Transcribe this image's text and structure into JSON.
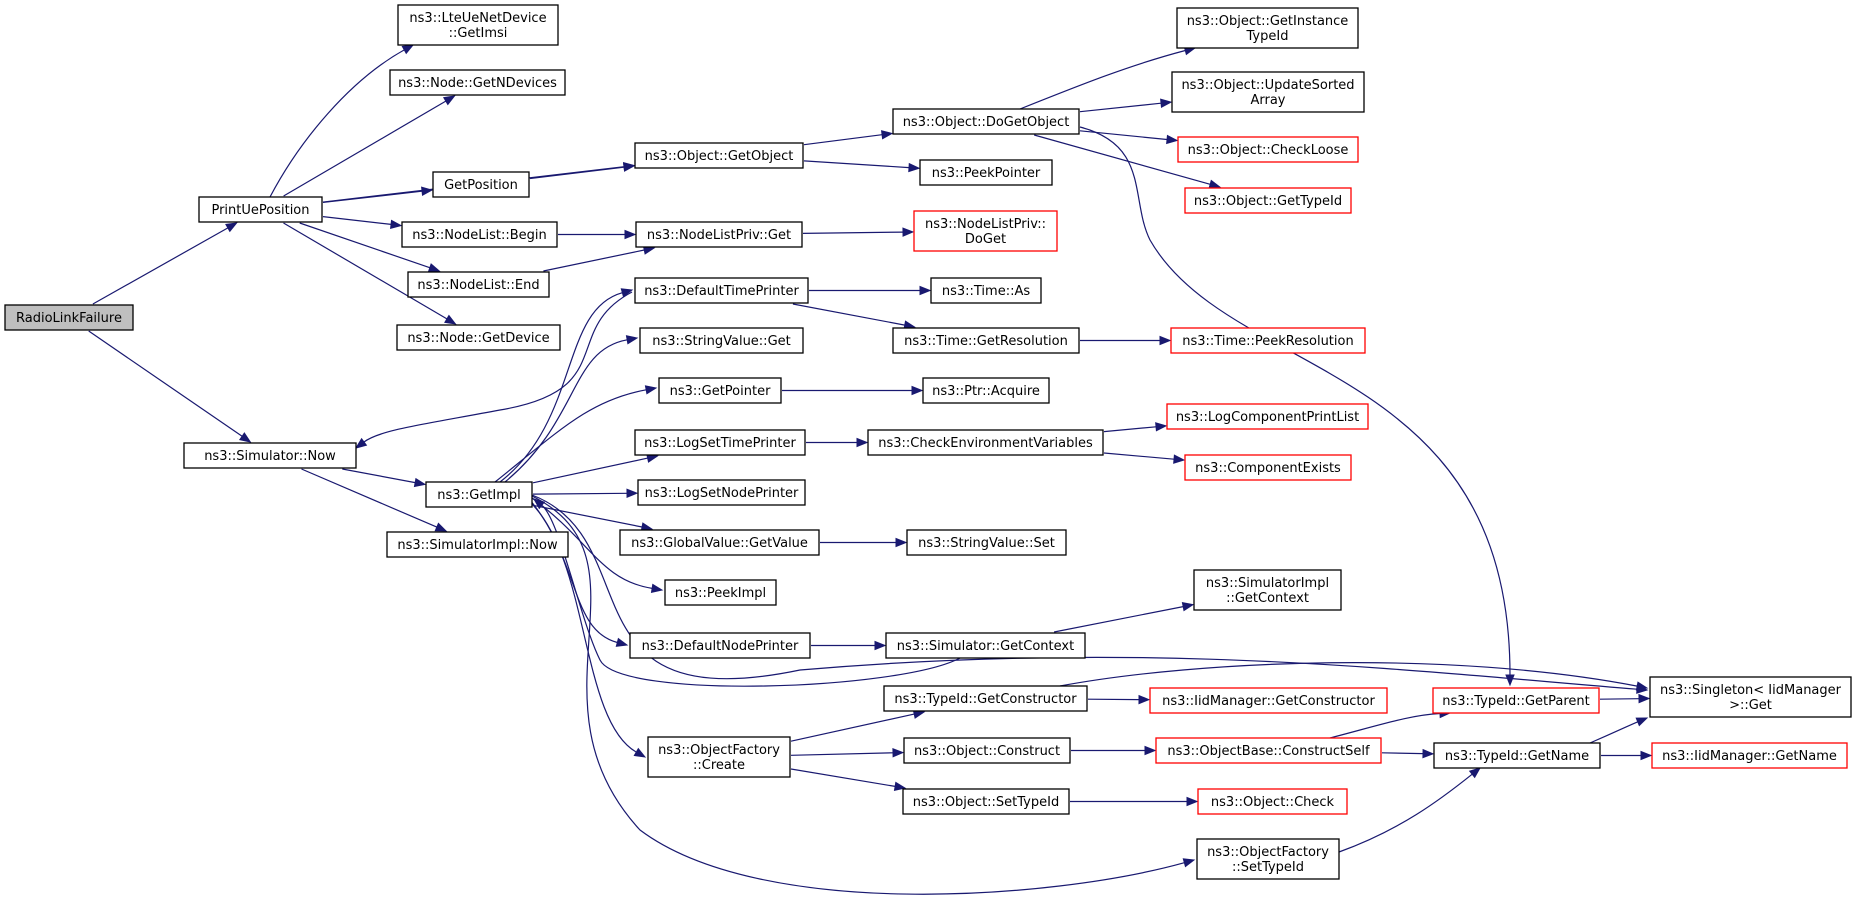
{
  "graph": {
    "colors": {
      "edge": "#191970",
      "root_fill": "#bfbfbf",
      "node_border": "#000000",
      "external_border": "#ff0000"
    },
    "nodes": [
      {
        "id": "radiolinkfailure",
        "lines": [
          "RadioLinkFailure"
        ],
        "style": "root"
      },
      {
        "id": "printueposition",
        "lines": [
          "PrintUePosition"
        ],
        "style": "normal"
      },
      {
        "id": "simulator-now",
        "lines": [
          "ns3::Simulator::Now"
        ],
        "style": "normal"
      },
      {
        "id": "lteuenetdevice-getimsi",
        "lines": [
          "ns3::LteUeNetDevice",
          "::GetImsi"
        ],
        "style": "normal"
      },
      {
        "id": "node-getndevices",
        "lines": [
          "ns3::Node::GetNDevices"
        ],
        "style": "normal"
      },
      {
        "id": "object-getobject",
        "lines": [
          "ns3::Object::GetObject"
        ],
        "style": "normal"
      },
      {
        "id": "getposition",
        "lines": [
          "GetPosition"
        ],
        "style": "normal"
      },
      {
        "id": "nodelist-begin",
        "lines": [
          "ns3::NodeList::Begin"
        ],
        "style": "normal"
      },
      {
        "id": "nodelist-end",
        "lines": [
          "ns3::NodeList::End"
        ],
        "style": "normal"
      },
      {
        "id": "node-getdevice",
        "lines": [
          "ns3::Node::GetDevice"
        ],
        "style": "normal"
      },
      {
        "id": "getimpl",
        "lines": [
          "ns3::GetImpl"
        ],
        "style": "normal"
      },
      {
        "id": "simulatorimpl-now",
        "lines": [
          "ns3::SimulatorImpl::Now"
        ],
        "style": "normal"
      },
      {
        "id": "object-dogetobject",
        "lines": [
          "ns3::Object::DoGetObject"
        ],
        "style": "normal"
      },
      {
        "id": "peekpointer",
        "lines": [
          "ns3::PeekPointer"
        ],
        "style": "normal"
      },
      {
        "id": "nodelistpriv-get",
        "lines": [
          "ns3::NodeListPriv::Get"
        ],
        "style": "normal"
      },
      {
        "id": "nodelistpriv-doget",
        "lines": [
          "ns3::NodeListPriv::",
          "DoGet"
        ],
        "style": "red"
      },
      {
        "id": "object-getinstancetypeid",
        "lines": [
          "ns3::Object::GetInstance",
          "TypeId"
        ],
        "style": "normal"
      },
      {
        "id": "object-updatesortedarray",
        "lines": [
          "ns3::Object::UpdateSorted",
          "Array"
        ],
        "style": "normal"
      },
      {
        "id": "object-checkloose",
        "lines": [
          "ns3::Object::CheckLoose"
        ],
        "style": "red"
      },
      {
        "id": "object-gettypeid",
        "lines": [
          "ns3::Object::GetTypeId"
        ],
        "style": "red"
      },
      {
        "id": "defaulttimeprinter",
        "lines": [
          "ns3::DefaultTimePrinter"
        ],
        "style": "normal"
      },
      {
        "id": "time-as",
        "lines": [
          "ns3::Time::As"
        ],
        "style": "normal"
      },
      {
        "id": "time-getresolution",
        "lines": [
          "ns3::Time::GetResolution"
        ],
        "style": "normal"
      },
      {
        "id": "time-peekresolution",
        "lines": [
          "ns3::Time::PeekResolution"
        ],
        "style": "red"
      },
      {
        "id": "stringvalue-get",
        "lines": [
          "ns3::StringValue::Get"
        ],
        "style": "normal"
      },
      {
        "id": "getpointer",
        "lines": [
          "ns3::GetPointer"
        ],
        "style": "normal"
      },
      {
        "id": "ptr-acquire",
        "lines": [
          "ns3::Ptr::Acquire"
        ],
        "style": "normal"
      },
      {
        "id": "logsettimeprinter",
        "lines": [
          "ns3::LogSetTimePrinter"
        ],
        "style": "normal"
      },
      {
        "id": "checkenvironmentvariables",
        "lines": [
          "ns3::CheckEnvironmentVariables"
        ],
        "style": "normal"
      },
      {
        "id": "logcomponentprintlist",
        "lines": [
          "ns3::LogComponentPrintList"
        ],
        "style": "red"
      },
      {
        "id": "componentexists",
        "lines": [
          "ns3::ComponentExists"
        ],
        "style": "red"
      },
      {
        "id": "logsetnodeprinter",
        "lines": [
          "ns3::LogSetNodePrinter"
        ],
        "style": "normal"
      },
      {
        "id": "globalvalue-getvalue",
        "lines": [
          "ns3::GlobalValue::GetValue"
        ],
        "style": "normal"
      },
      {
        "id": "stringvalue-set",
        "lines": [
          "ns3::StringValue::Set"
        ],
        "style": "normal"
      },
      {
        "id": "peekimpl",
        "lines": [
          "ns3::PeekImpl"
        ],
        "style": "normal"
      },
      {
        "id": "simulatorimpl-getcontext",
        "lines": [
          "ns3::SimulatorImpl",
          "::GetContext"
        ],
        "style": "normal"
      },
      {
        "id": "defaultnodeprinter",
        "lines": [
          "ns3::DefaultNodePrinter"
        ],
        "style": "normal"
      },
      {
        "id": "simulator-getcontext",
        "lines": [
          "ns3::Simulator::GetContext"
        ],
        "style": "normal"
      },
      {
        "id": "typeid-getconstructor",
        "lines": [
          "ns3::TypeId::GetConstructor"
        ],
        "style": "normal"
      },
      {
        "id": "iidmanager-getconstructor",
        "lines": [
          "ns3::IidManager::GetConstructor"
        ],
        "style": "red"
      },
      {
        "id": "typeid-getparent",
        "lines": [
          "ns3::TypeId::GetParent"
        ],
        "style": "red"
      },
      {
        "id": "singleton-get",
        "lines": [
          "ns3::Singleton< IidManager",
          " >::Get"
        ],
        "style": "normal"
      },
      {
        "id": "objectfactory-create",
        "lines": [
          "ns3::ObjectFactory",
          "::Create"
        ],
        "style": "normal"
      },
      {
        "id": "object-construct",
        "lines": [
          "ns3::Object::Construct"
        ],
        "style": "normal"
      },
      {
        "id": "objectbase-constructself",
        "lines": [
          "ns3::ObjectBase::ConstructSelf"
        ],
        "style": "red"
      },
      {
        "id": "typeid-getname",
        "lines": [
          "ns3::TypeId::GetName"
        ],
        "style": "normal"
      },
      {
        "id": "iidmanager-getname",
        "lines": [
          "ns3::IidManager::GetName"
        ],
        "style": "red"
      },
      {
        "id": "object-settypeid",
        "lines": [
          "ns3::Object::SetTypeId"
        ],
        "style": "normal"
      },
      {
        "id": "object-check",
        "lines": [
          "ns3::Object::Check"
        ],
        "style": "red"
      },
      {
        "id": "objectfactory-settypeid",
        "lines": [
          "ns3::ObjectFactory",
          "::SetTypeId"
        ],
        "style": "normal"
      }
    ],
    "edges": [
      [
        "radiolinkfailure",
        "printueposition"
      ],
      [
        "radiolinkfailure",
        "simulator-now"
      ],
      [
        "printueposition",
        "lteuenetdevice-getimsi"
      ],
      [
        "printueposition",
        "node-getndevices"
      ],
      [
        "printueposition",
        "object-getobject"
      ],
      [
        "printueposition",
        "getposition"
      ],
      [
        "printueposition",
        "nodelist-begin"
      ],
      [
        "printueposition",
        "nodelist-end"
      ],
      [
        "printueposition",
        "node-getdevice"
      ],
      [
        "getposition",
        "object-getobject"
      ],
      [
        "object-getobject",
        "object-dogetobject"
      ],
      [
        "object-getobject",
        "peekpointer"
      ],
      [
        "object-dogetobject",
        "object-getinstancetypeid"
      ],
      [
        "object-dogetobject",
        "object-updatesortedarray"
      ],
      [
        "object-dogetobject",
        "object-checkloose"
      ],
      [
        "object-dogetobject",
        "object-gettypeid"
      ],
      [
        "object-dogetobject",
        "typeid-getparent"
      ],
      [
        "nodelist-begin",
        "nodelistpriv-get"
      ],
      [
        "nodelist-end",
        "nodelistpriv-get"
      ],
      [
        "nodelistpriv-get",
        "nodelistpriv-doget"
      ],
      [
        "simulator-now",
        "getimpl"
      ],
      [
        "simulator-now",
        "simulatorimpl-now"
      ],
      [
        "getimpl",
        "defaulttimeprinter"
      ],
      [
        "getimpl",
        "stringvalue-get"
      ],
      [
        "getimpl",
        "getpointer"
      ],
      [
        "getimpl",
        "logsettimeprinter"
      ],
      [
        "getimpl",
        "logsetnodeprinter"
      ],
      [
        "getimpl",
        "globalvalue-getvalue"
      ],
      [
        "getimpl",
        "peekimpl"
      ],
      [
        "getimpl",
        "defaultnodeprinter"
      ],
      [
        "getimpl",
        "objectfactory-create"
      ],
      [
        "getimpl",
        "objectfactory-settypeid"
      ],
      [
        "getimpl",
        "singleton-get"
      ],
      [
        "defaulttimeprinter",
        "simulator-now"
      ],
      [
        "defaulttimeprinter",
        "time-as"
      ],
      [
        "defaulttimeprinter",
        "time-getresolution"
      ],
      [
        "time-getresolution",
        "time-peekresolution"
      ],
      [
        "getpointer",
        "ptr-acquire"
      ],
      [
        "logsettimeprinter",
        "checkenvironmentvariables"
      ],
      [
        "checkenvironmentvariables",
        "logcomponentprintlist"
      ],
      [
        "checkenvironmentvariables",
        "componentexists"
      ],
      [
        "globalvalue-getvalue",
        "stringvalue-set"
      ],
      [
        "defaultnodeprinter",
        "simulator-getcontext"
      ],
      [
        "simulator-getcontext",
        "simulatorimpl-getcontext"
      ],
      [
        "simulator-getcontext",
        "getimpl"
      ],
      [
        "objectfactory-create",
        "typeid-getconstructor"
      ],
      [
        "objectfactory-create",
        "object-construct"
      ],
      [
        "objectfactory-create",
        "object-settypeid"
      ],
      [
        "typeid-getconstructor",
        "iidmanager-getconstructor"
      ],
      [
        "typeid-getconstructor",
        "singleton-get"
      ],
      [
        "object-construct",
        "objectbase-constructself"
      ],
      [
        "objectbase-constructself",
        "typeid-getparent"
      ],
      [
        "objectbase-constructself",
        "typeid-getname"
      ],
      [
        "typeid-getparent",
        "singleton-get"
      ],
      [
        "typeid-getname",
        "singleton-get"
      ],
      [
        "typeid-getname",
        "iidmanager-getname"
      ],
      [
        "object-settypeid",
        "object-check"
      ],
      [
        "objectfactory-settypeid",
        "typeid-getname"
      ]
    ]
  }
}
